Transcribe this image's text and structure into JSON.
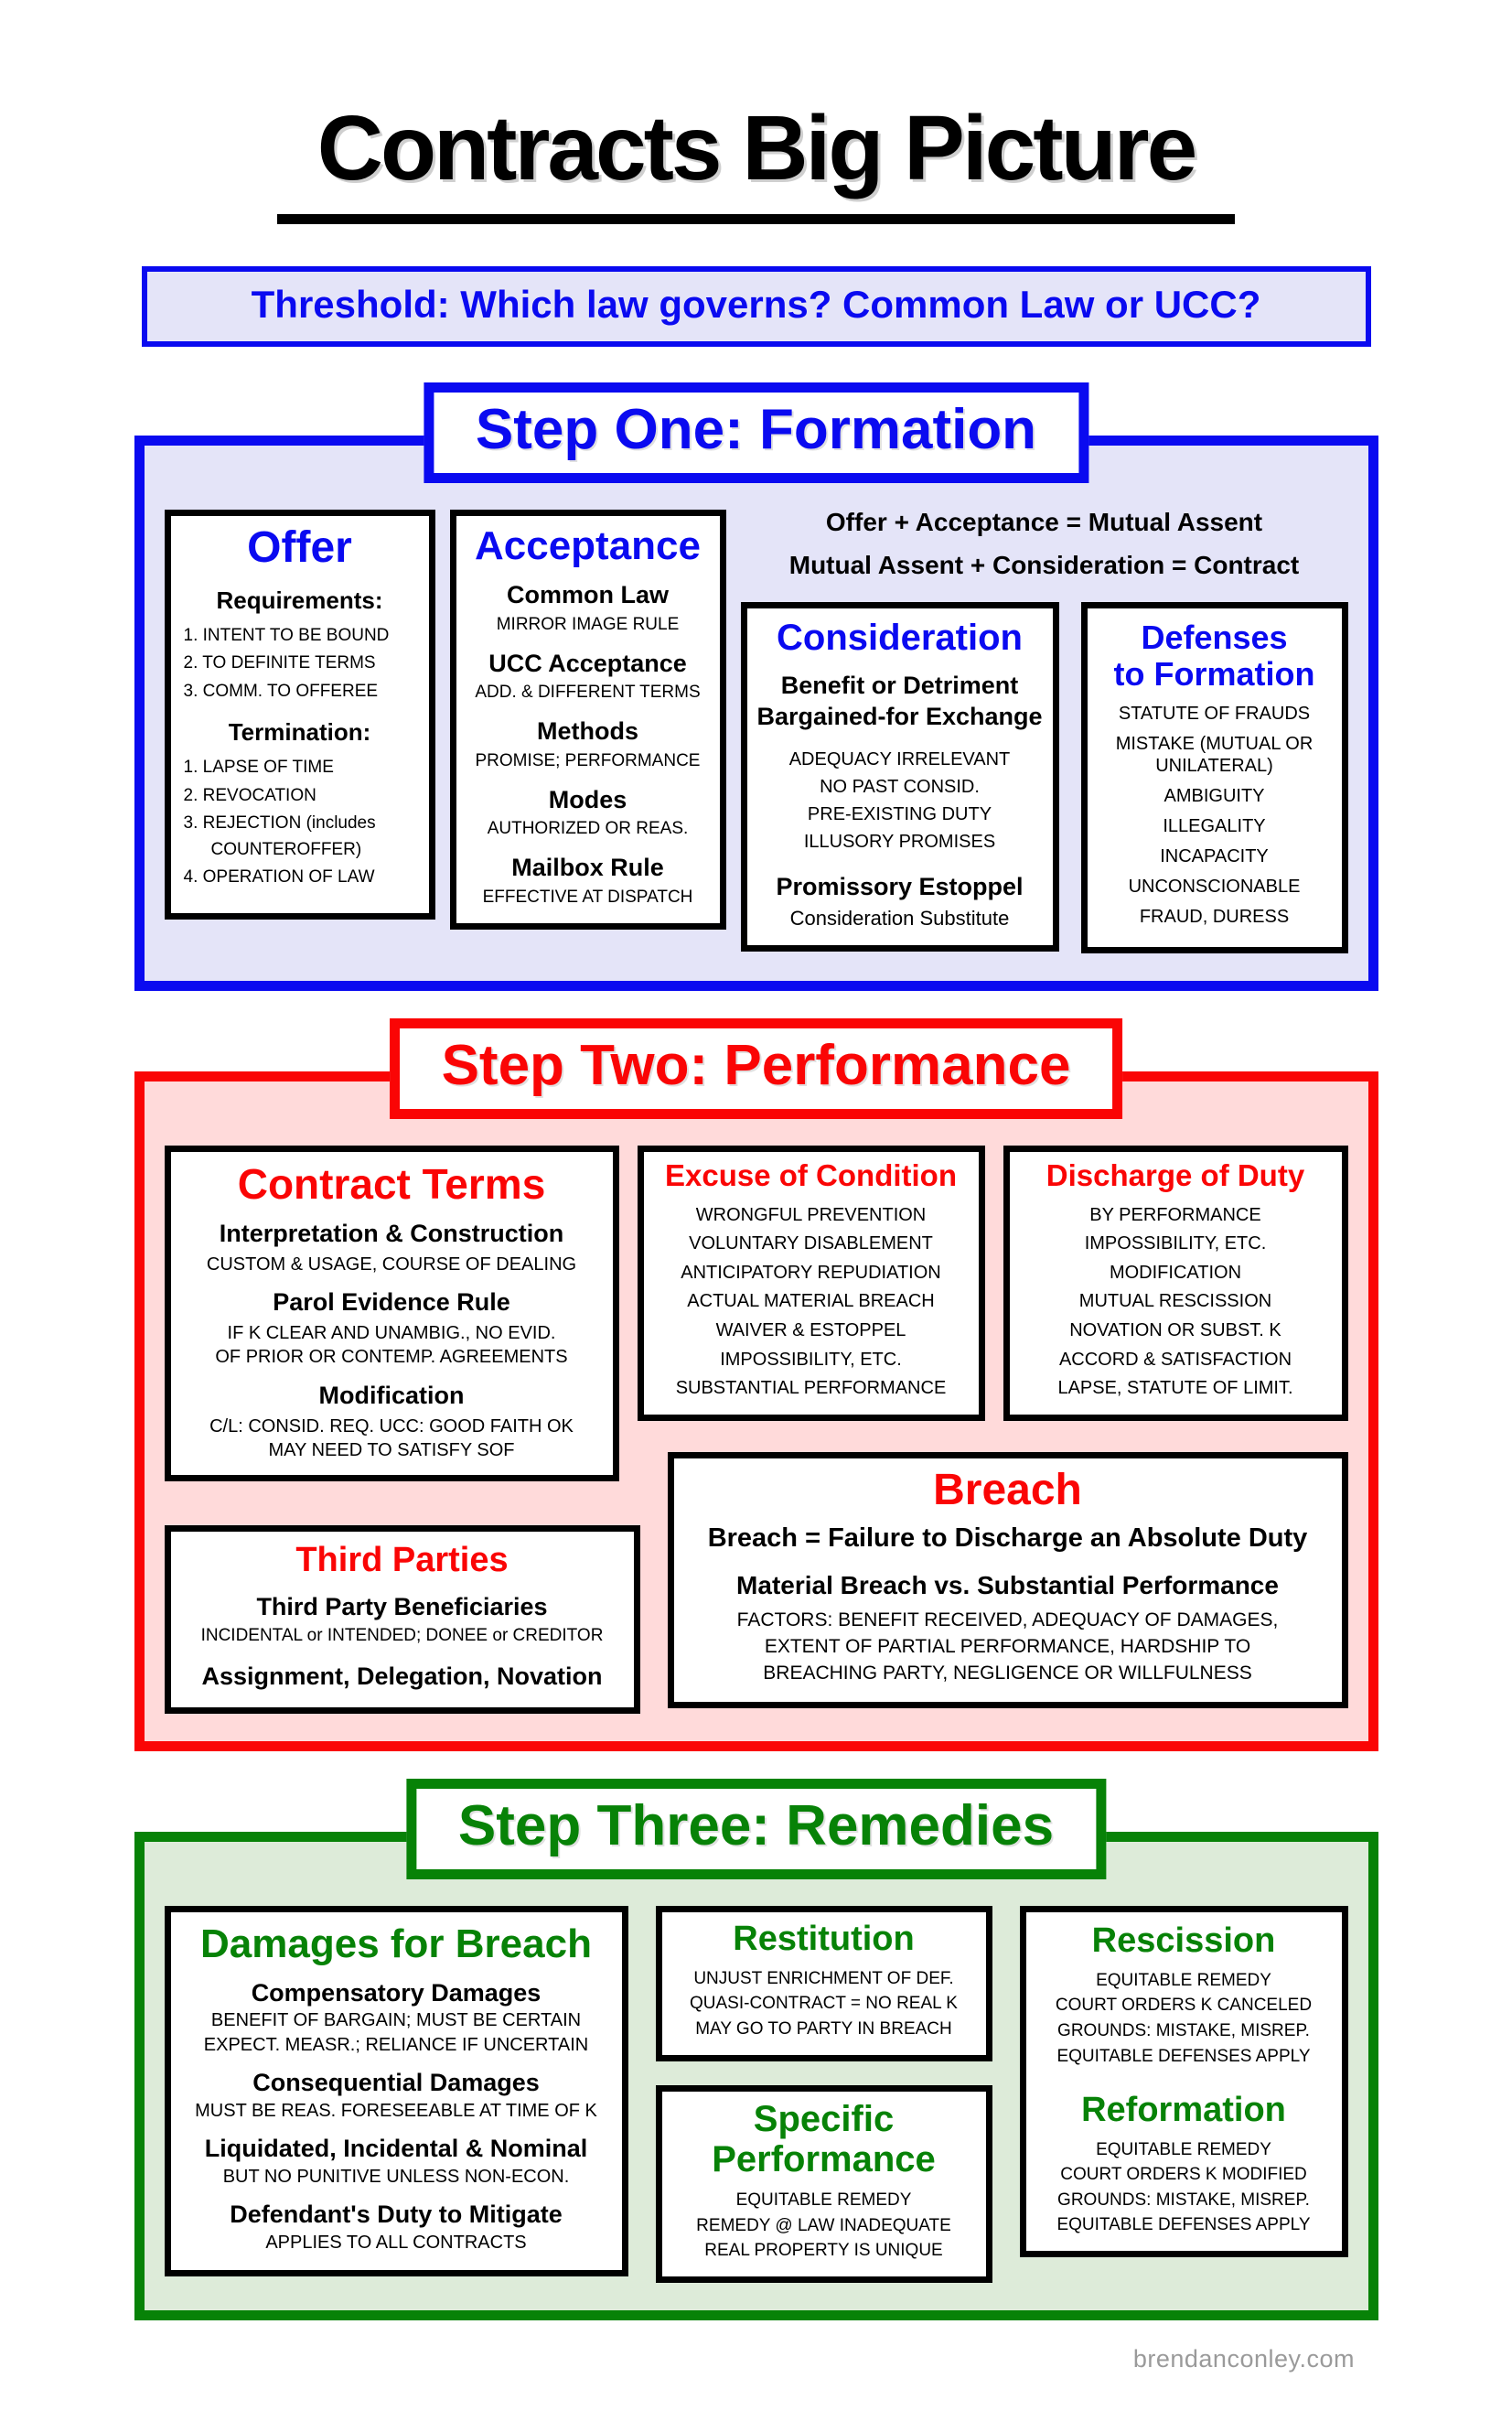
{
  "page": {
    "title": "Contracts Big Picture",
    "threshold": "Threshold: Which law governs?  Common Law or UCC?",
    "footer": "brendanconley.com"
  },
  "colors": {
    "blue": "#0a0af0",
    "blue_bg": "#e4e4f8",
    "red": "#fa0505",
    "red_bg": "#ffdada",
    "green": "#078207",
    "green_bg": "#ddebd9",
    "black": "#000000",
    "footer_gray": "#9a9a9a"
  },
  "step1": {
    "header": "Step One: Formation",
    "formulas": [
      "Offer + Acceptance = Mutual Assent",
      "Mutual Assent + Consideration = Contract"
    ],
    "offer": {
      "title": "Offer",
      "req_heading": "Requirements:",
      "req_items": [
        "1. INTENT TO BE BOUND",
        "2. TO DEFINITE TERMS",
        "3. COMM. TO  OFFEREE"
      ],
      "term_heading": "Termination:",
      "term_items": [
        "1. LAPSE OF TIME",
        "2. REVOCATION",
        "3. REJECTION (includes COUNTEROFFER)",
        "4. OPERATION OF LAW"
      ]
    },
    "acceptance": {
      "title": "Acceptance",
      "sections": [
        {
          "h": "Common Law",
          "b": "MIRROR IMAGE RULE"
        },
        {
          "h": "UCC Acceptance",
          "b": "ADD. & DIFFERENT TERMS"
        },
        {
          "h": "Methods",
          "b": "PROMISE; PERFORMANCE"
        },
        {
          "h": "Modes",
          "b": "AUTHORIZED OR REAS."
        },
        {
          "h": "Mailbox Rule",
          "b": "EFFECTIVE AT DISPATCH"
        }
      ]
    },
    "consideration": {
      "title": "Consideration",
      "h1": "Benefit or Detriment",
      "h2": "Bargained-for Exchange",
      "items": [
        "ADEQUACY IRRELEVANT",
        "NO PAST CONSID.",
        "PRE-EXISTING DUTY",
        "ILLUSORY PROMISES"
      ],
      "sub_h": "Promissory Estoppel",
      "sub_b": "Consideration Substitute"
    },
    "defenses": {
      "title1": "Defenses",
      "title2": "to Formation",
      "items": [
        "STATUTE OF FRAUDS",
        "MISTAKE (MUTUAL OR UNILATERAL)",
        "AMBIGUITY",
        "ILLEGALITY",
        "INCAPACITY",
        "UNCONSCIONABLE",
        "FRAUD, DURESS"
      ]
    }
  },
  "step2": {
    "header": "Step Two: Performance",
    "contract_terms": {
      "title": "Contract Terms",
      "sections": [
        {
          "h": "Interpretation & Construction",
          "lines": [
            "CUSTOM & USAGE, COURSE OF DEALING"
          ]
        },
        {
          "h": "Parol Evidence Rule",
          "lines": [
            "IF K CLEAR AND UNAMBIG., NO EVID.",
            "OF PRIOR OR CONTEMP. AGREEMENTS"
          ]
        },
        {
          "h": "Modification",
          "lines": [
            "C/L: CONSID. REQ.  UCC: GOOD FAITH OK",
            "MAY NEED TO SATISFY SOF"
          ]
        }
      ]
    },
    "excuse": {
      "title": "Excuse of Condition",
      "items": [
        "WRONGFUL PREVENTION",
        "VOLUNTARY DISABLEMENT",
        "ANTICIPATORY REPUDIATION",
        "ACTUAL MATERIAL BREACH",
        "WAIVER & ESTOPPEL",
        "IMPOSSIBILITY, ETC.",
        "SUBSTANTIAL PERFORMANCE"
      ]
    },
    "discharge": {
      "title": "Discharge of Duty",
      "items": [
        "BY PERFORMANCE",
        "IMPOSSIBILITY, ETC.",
        "MODIFICATION",
        "MUTUAL RESCISSION",
        "NOVATION OR SUBST. K",
        "ACCORD & SATISFACTION",
        "LAPSE, STATUTE OF LIMIT."
      ]
    },
    "third_parties": {
      "title": "Third Parties",
      "h1": "Third Party Beneficiaries",
      "b1": "INCIDENTAL or INTENDED; DONEE or CREDITOR",
      "h2": "Assignment, Delegation, Novation"
    },
    "breach": {
      "title": "Breach",
      "line1": "Breach = Failure to Discharge an Absolute Duty",
      "line2": "Material Breach vs. Substantial Performance",
      "factors": [
        "FACTORS: BENEFIT RECEIVED, ADEQUACY OF DAMAGES,",
        "EXTENT OF PARTIAL PERFORMANCE, HARDSHIP TO",
        "BREACHING PARTY, NEGLIGENCE OR WILLFULNESS"
      ]
    }
  },
  "step3": {
    "header": "Step Three: Remedies",
    "damages": {
      "title": "Damages for Breach",
      "sections": [
        {
          "h": "Compensatory Damages",
          "lines": [
            "BENEFIT OF BARGAIN; MUST BE CERTAIN",
            "EXPECT. MEASR.; RELIANCE IF UNCERTAIN"
          ]
        },
        {
          "h": "Consequential Damages",
          "lines": [
            "MUST BE REAS. FORESEEABLE AT TIME OF K"
          ]
        },
        {
          "h": "Liquidated, Incidental & Nominal",
          "lines": [
            "BUT NO PUNITIVE UNLESS NON-ECON."
          ]
        },
        {
          "h": "Defendant's Duty to Mitigate",
          "lines": [
            "APPLIES TO ALL CONTRACTS"
          ]
        }
      ]
    },
    "restitution": {
      "title": "Restitution",
      "items": [
        "UNJUST ENRICHMENT OF DEF.",
        "QUASI-CONTRACT = NO REAL K",
        "MAY GO TO PARTY IN BREACH"
      ]
    },
    "specific_performance": {
      "title1": "Specific",
      "title2": "Performance",
      "items": [
        "EQUITABLE REMEDY",
        "REMEDY @ LAW  INADEQUATE",
        "REAL PROPERTY IS UNIQUE"
      ]
    },
    "rescission": {
      "title": "Rescission",
      "items": [
        "EQUITABLE REMEDY",
        "COURT ORDERS K CANCELED",
        "GROUNDS: MISTAKE, MISREP.",
        "EQUITABLE DEFENSES APPLY"
      ]
    },
    "reformation": {
      "title": "Reformation",
      "items": [
        "EQUITABLE REMEDY",
        "COURT ORDERS K MODIFIED",
        "GROUNDS: MISTAKE, MISREP.",
        "EQUITABLE DEFENSES APPLY"
      ]
    }
  }
}
